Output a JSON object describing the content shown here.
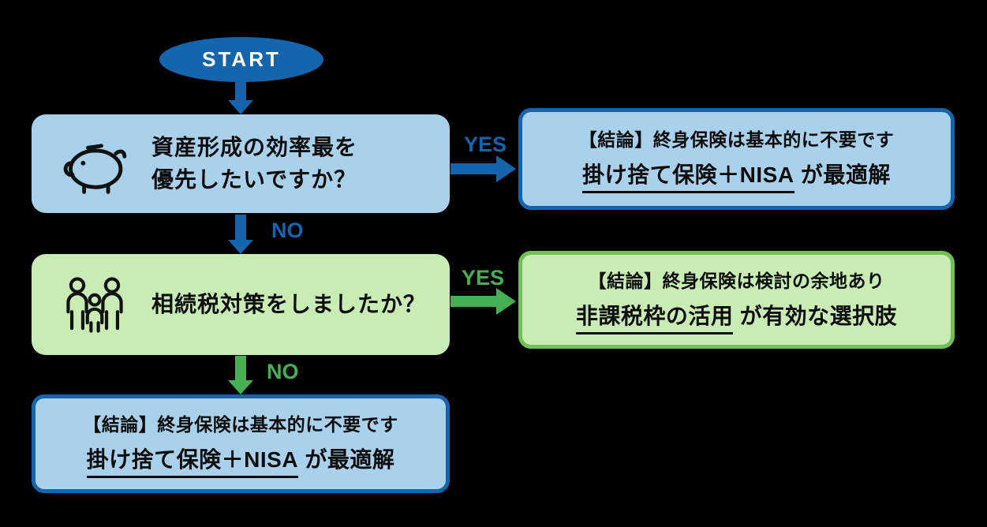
{
  "colors": {
    "background": "#000000",
    "blue": "#1565ad",
    "blue_light": "#a9d1eb",
    "green": "#45b052",
    "green_border": "#6fc055",
    "green_light": "#c9ecb5",
    "text": "#0d0d0d",
    "start_text": "#ffffff"
  },
  "start": {
    "label": "START"
  },
  "question1": {
    "line1": "資産形成の効率最を",
    "line2": "優先したいですか？",
    "icon": "piggy-bank-icon"
  },
  "question2": {
    "text": "相続税対策をしましたか？",
    "icon": "family-icon"
  },
  "labels": {
    "yes1": "YES",
    "no1": "NO",
    "yes2": "YES",
    "no2": "NO"
  },
  "result_top": {
    "line1": "【結論】終身保険は基本的に不要です",
    "highlight": "掛け捨て保険＋NISA",
    "suffix": " が最適解"
  },
  "result_middle": {
    "line1": "【結論】終身保険は検討の余地あり",
    "highlight": "非課税枠の活用",
    "suffix": " が有効な選択肢"
  },
  "result_bottom": {
    "line1": "【結論】終身保険は基本的に不要です",
    "highlight": "掛け捨て保険＋NISA",
    "suffix": " が最適解"
  }
}
